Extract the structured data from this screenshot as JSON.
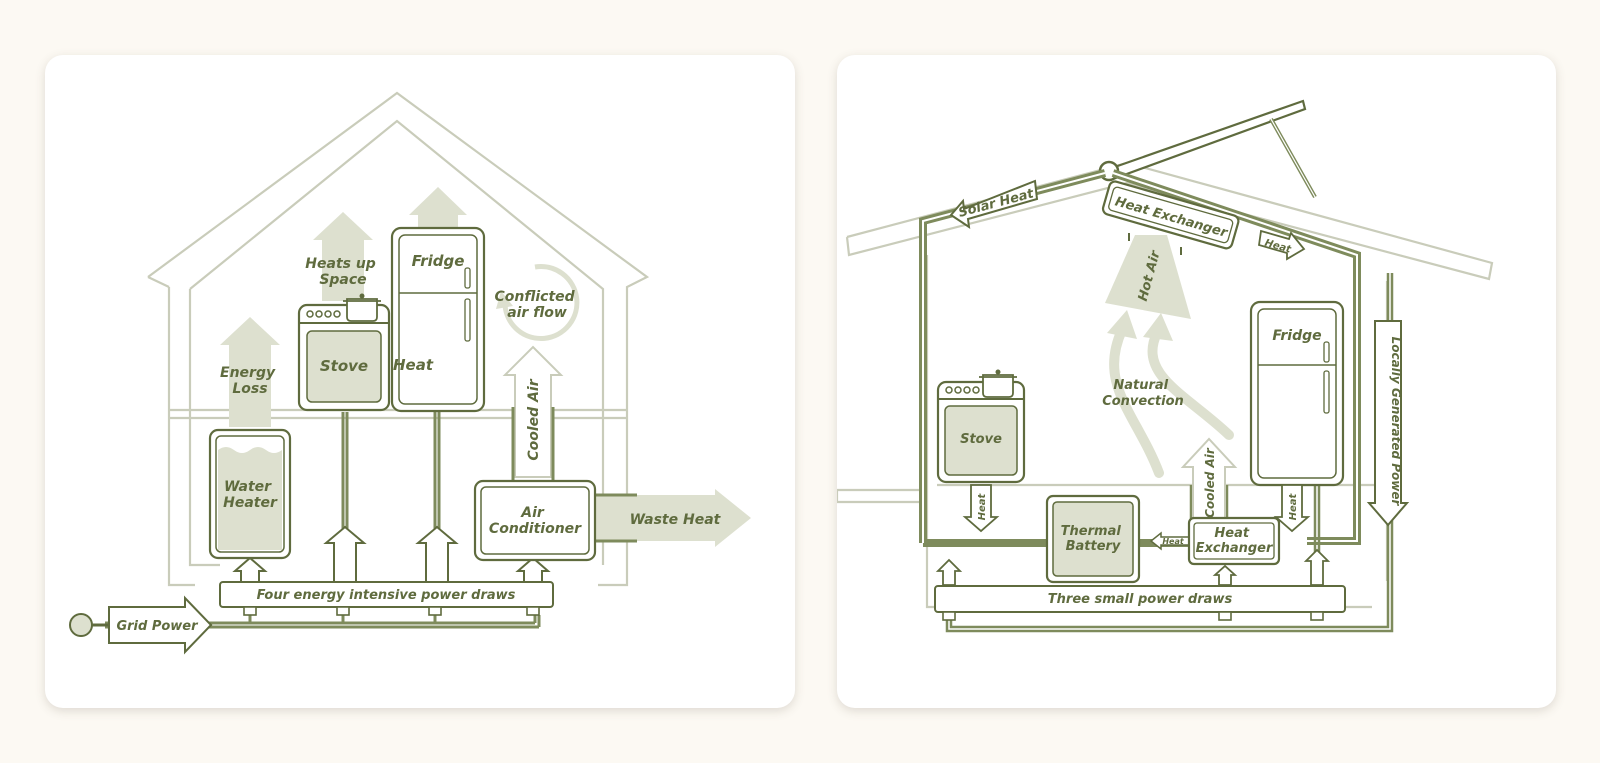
{
  "colors": {
    "background": "#fcf9f3",
    "panel": "#ffffff",
    "ink": "#5f6b3e",
    "fill": "#dde0cf",
    "pipe": "#7e8b5c",
    "outline_light": "#c9ccba"
  },
  "left": {
    "labels": {
      "energy_loss": [
        "Energy",
        "Loss"
      ],
      "heats_up_space": [
        "Heats up",
        "Space"
      ],
      "fridge": "Fridge",
      "conflicted_air_flow": [
        "Conflicted",
        "air flow"
      ],
      "stove": "Stove",
      "heat": "Heat",
      "cooled_air": "Cooled Air",
      "water_heater": [
        "Water",
        "Heater"
      ],
      "air_conditioner": [
        "Air",
        "Conditioner"
      ],
      "waste_heat": "Waste Heat",
      "power_draws": "Four energy intensive power draws",
      "grid_power": "Grid Power"
    }
  },
  "right": {
    "labels": {
      "solar_heat": "Solar Heat",
      "heat_exchanger_top": "Heat Exchanger",
      "heat_top": "Heat",
      "hot_air": "Hot Air",
      "fridge": "Fridge",
      "locally_generated_power": "Locally Generated Power",
      "natural_convection": [
        "Natural",
        "Convection"
      ],
      "stove": "Stove",
      "cooled_air": "Cooled Air",
      "heat_stove": "Heat",
      "heat_fridge": "Heat",
      "thermal_battery": [
        "Thermal",
        "Battery"
      ],
      "heat_small": "Heat",
      "heat_exchanger_bottom": [
        "Heat",
        "Exchanger"
      ],
      "power_draws": "Three small power draws"
    }
  }
}
